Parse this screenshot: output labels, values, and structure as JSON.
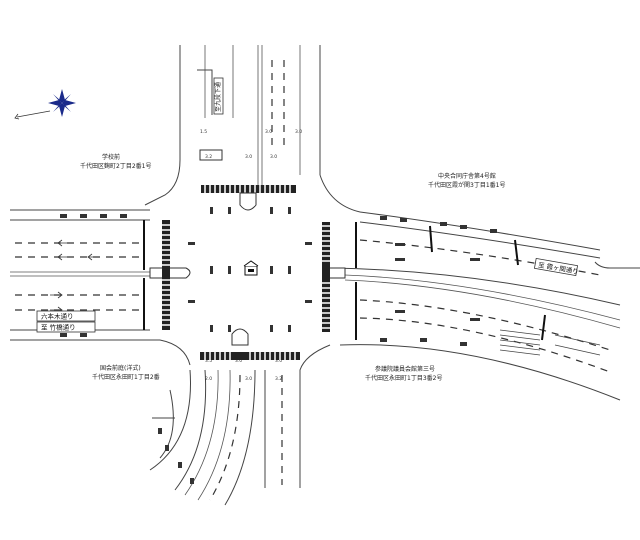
{
  "locations": {
    "north_left_1": "学校前",
    "north_left_2": "千代田区麴町2丁目2番1号",
    "east_1": "中央合同庁舎第4号館",
    "east_2": "千代田区霞が関3丁目1番1号",
    "southwest_1": "国会前庭(洋式)",
    "southwest_2": "千代田区永田町1丁目2番",
    "southeast_1": "参議院議員会館第三号",
    "southeast_2": "千代田区永田町1丁目3番2号"
  },
  "streets": {
    "west_upper": "六本木通り",
    "west_lower": "至 竹橋通り",
    "east": "至 霞ヶ関通り",
    "north": "至九段下通"
  },
  "symbols": {
    "compass": "compass-rose",
    "police_box": "police-box"
  },
  "colors": {
    "lines": "#333333",
    "compass": "#1a2a8a",
    "background": "#ffffff"
  }
}
